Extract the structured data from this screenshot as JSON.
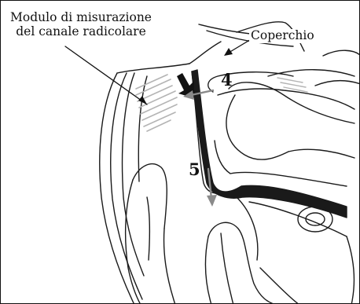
{
  "labels": {
    "module_line1": "Modulo di misurazione",
    "module_line2": "del canale radicolare",
    "lid": "Coperchio"
  },
  "steps": {
    "step4": "4",
    "step5": "5"
  },
  "colors": {
    "ink": "#111111",
    "arrow_grey": "#8a8a8a",
    "hatch_grey": "#b4b4b4",
    "lid_band": "#1a1a1a",
    "background": "#ffffff"
  }
}
